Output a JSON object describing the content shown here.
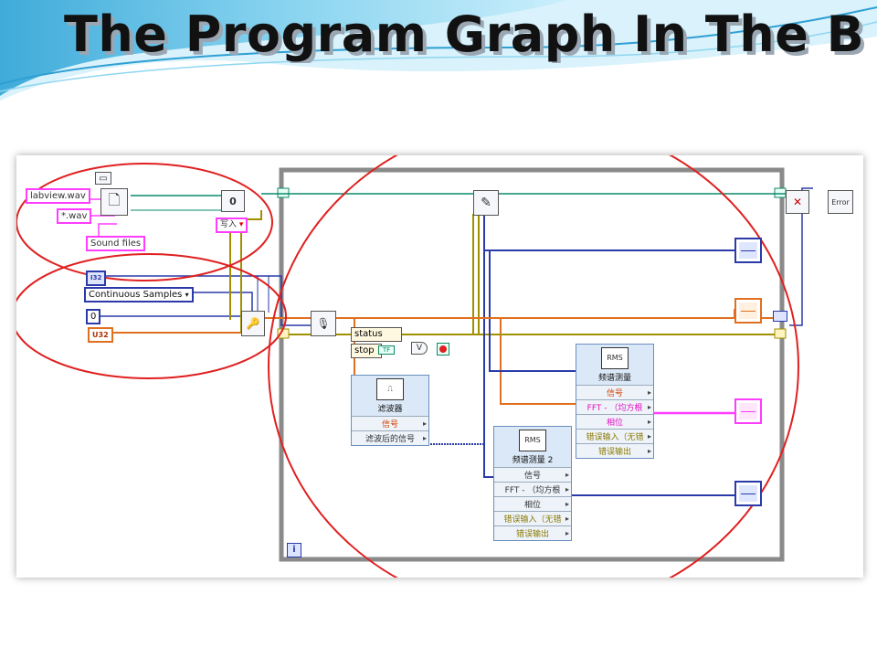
{
  "slide": {
    "title": "The Program Graph In The B"
  },
  "diagram": {
    "file_path_control": "labview.wav",
    "pattern_control": "*.wav",
    "file_dialog_label": "Sound files",
    "sample_format_control": "I32",
    "sample_mode_control": "Continuous Samples",
    "number_control": "0",
    "orange_constant": "U32",
    "numeric_index": "0",
    "write_mode_control": "写入",
    "status_label": "status",
    "stop_label": "stop",
    "tf_label": "TF",
    "or_label": "V",
    "loop_info": "i",
    "icons": {
      "file_open": "document-icon",
      "sound_config": "sound-input-icon",
      "write_sound": "pencil-write-icon",
      "close_sound": "close-file-icon",
      "error_handler": "error-icon",
      "folder": "folder-icon"
    }
  },
  "express_vis": {
    "filter": {
      "name": "滤波器",
      "rows": [
        "信号",
        "滤波后的信号"
      ]
    },
    "spectral_1": {
      "name": "频谱测量",
      "rows": [
        "信号",
        "FFT - （均方根",
        "相位",
        "错误输入（无错",
        "错误输出"
      ]
    },
    "spectral_2": {
      "name": "频谱测量 2",
      "rows": [
        "信号",
        "FFT - （均方根",
        "相位",
        "错误输入（无错",
        "错误输出"
      ]
    }
  },
  "colors": {
    "annotation_circle": "#e02020",
    "wire_blue": "#2a3aa8",
    "wire_orange": "#e07020",
    "wire_pink": "#ff3cff",
    "wire_green": "#0a8a6a",
    "wire_olive": "#a09000",
    "loop_border": "#8a8a8a"
  }
}
